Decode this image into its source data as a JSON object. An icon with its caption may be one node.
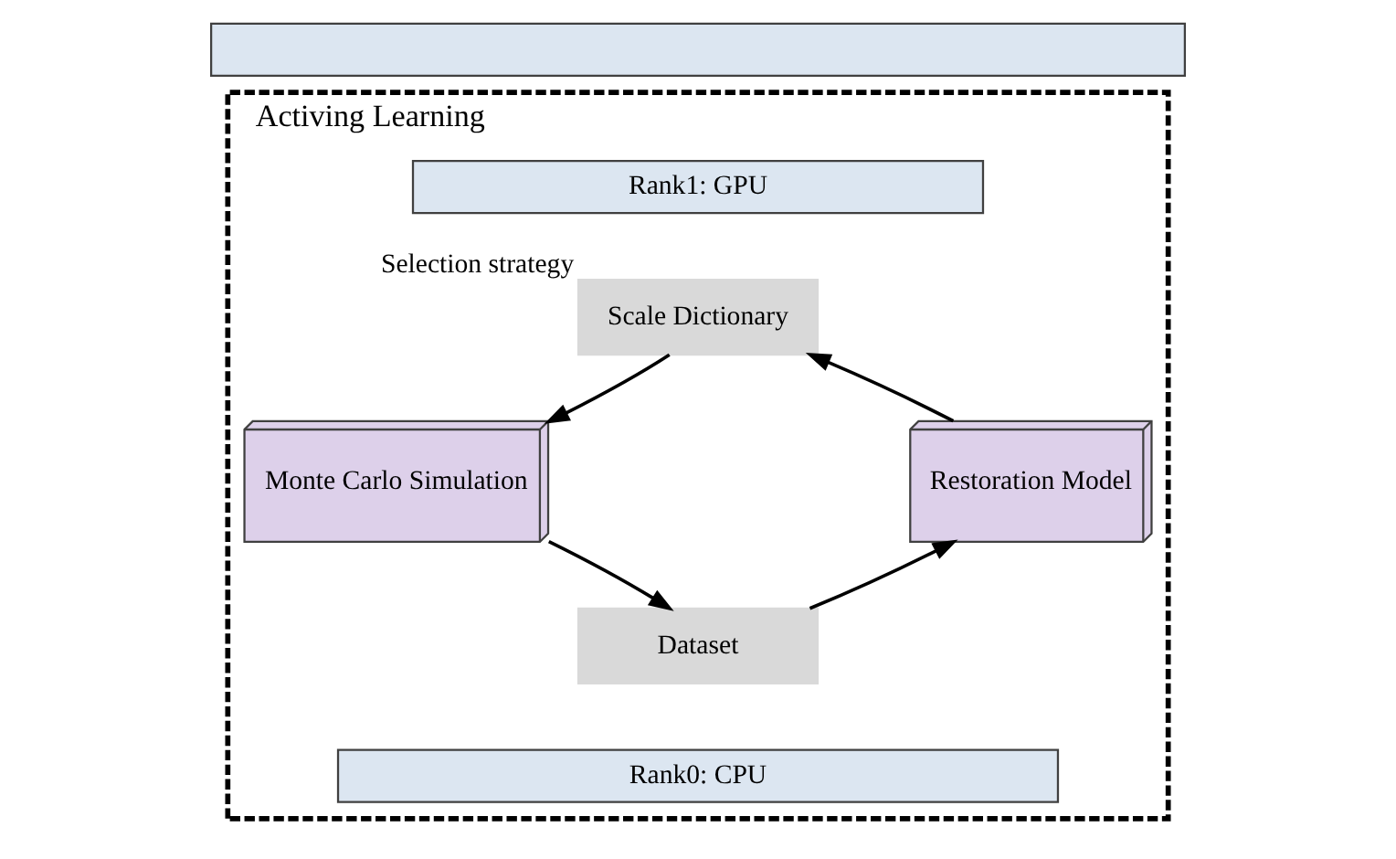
{
  "diagram": {
    "nodes": [
      {
        "text": [],
        "shape": "bar"
      },
      {
        "text": [
          "Activing Learning"
        ]
      },
      {
        "text": [
          "Rank1: GPU"
        ],
        "in": 1
      },
      {
        "text": [
          "Scale Dictionary"
        ],
        "in": 1,
        "beside": [
          "Selection strategy"
        ]
      },
      {
        "text": [
          "Monte Carlo Simulation"
        ],
        "in": 1
      },
      {
        "text": [
          "Restoration Model"
        ],
        "in": 1
      },
      {
        "text": [
          "Dataset"
        ],
        "in": 1
      },
      {
        "text": [
          "Rank0: CPU"
        ],
        "in": 1
      }
    ],
    "edges": [
      {
        "from": 3,
        "to": 4,
        "arrow": "to"
      },
      {
        "from": 4,
        "to": 6,
        "arrow": "to"
      },
      {
        "from": 6,
        "to": 5,
        "arrow": "to"
      },
      {
        "from": 5,
        "to": 3,
        "arrow": "to"
      }
    ]
  }
}
